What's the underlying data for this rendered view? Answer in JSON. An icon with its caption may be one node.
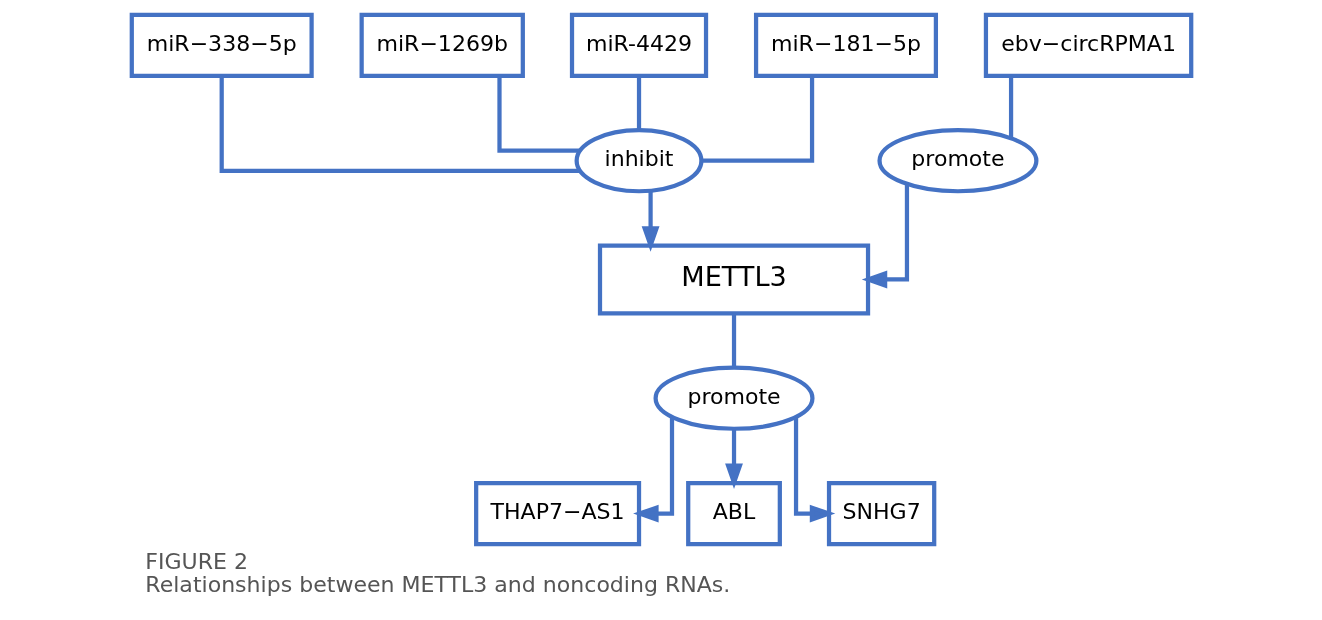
{
  "diagram": {
    "title": "FIGURE 2",
    "caption": "Relationships between METTL3 and noncoding RNAs.",
    "nodes": [
      {
        "text": [
          "miR−338−5p"
        ]
      },
      {
        "text": [
          "miR−1269b"
        ]
      },
      {
        "text": [
          "miR-4429"
        ]
      },
      {
        "text": [
          "miR−181−5p"
        ]
      },
      {
        "text": [
          "ebv−circRPMA1"
        ]
      },
      {
        "text": [
          "inhibit"
        ]
      },
      {
        "text": [
          "promote"
        ]
      },
      {
        "text": [
          "METTL3"
        ]
      },
      {
        "text": [
          "promote"
        ]
      },
      {
        "text": [
          "THAP7−AS1"
        ]
      },
      {
        "text": [
          "ABL"
        ]
      },
      {
        "text": [
          "SNHG7"
        ]
      }
    ],
    "edges": [
      {
        "from": 0,
        "to": 5,
        "arrow": "none"
      },
      {
        "from": 1,
        "to": 5,
        "arrow": "none"
      },
      {
        "from": 2,
        "to": 5,
        "arrow": "none"
      },
      {
        "from": 3,
        "to": 5,
        "arrow": "none"
      },
      {
        "from": 5,
        "to": 7,
        "arrow": "to"
      },
      {
        "from": 4,
        "to": 6,
        "arrow": "none"
      },
      {
        "from": 6,
        "to": 7,
        "arrow": "to"
      },
      {
        "from": 7,
        "to": 8,
        "arrow": "none"
      },
      {
        "from": 8,
        "to": 9,
        "arrow": "to"
      },
      {
        "from": 8,
        "to": 10,
        "arrow": "to"
      },
      {
        "from": 8,
        "to": 11,
        "arrow": "to"
      }
    ]
  }
}
